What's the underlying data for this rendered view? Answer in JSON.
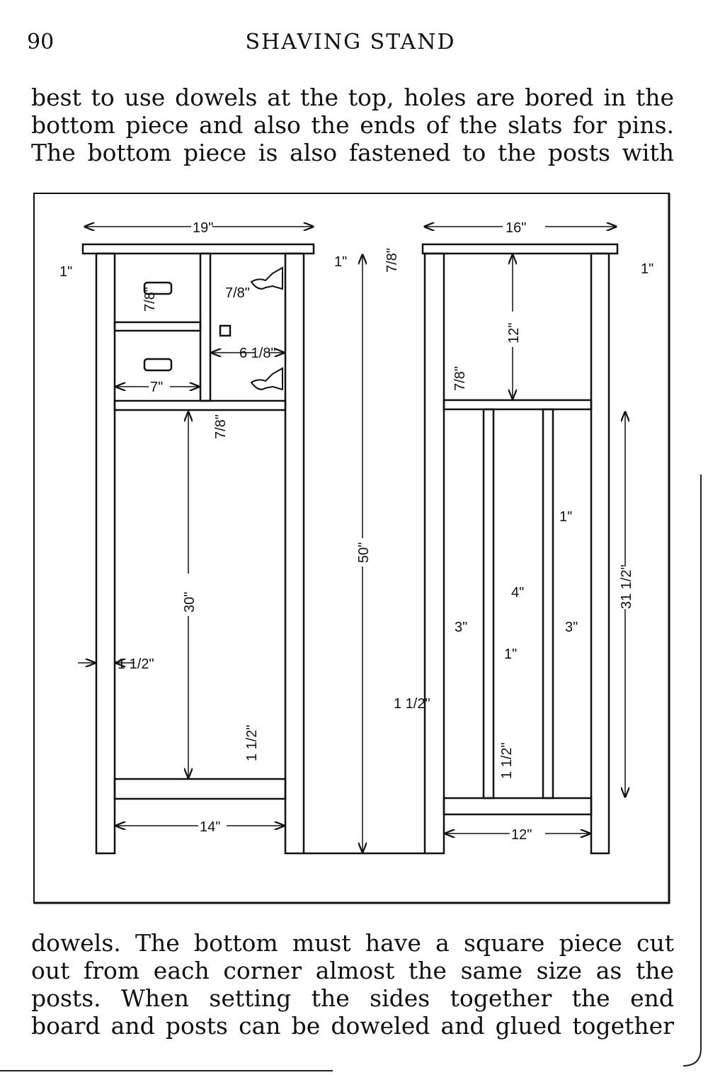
{
  "header": {
    "page_number": "90",
    "running_title": "SHAVING STAND"
  },
  "top_paragraph": [
    "best to use dowels at the top, holes are bored in the",
    "bottom piece and also the ends of the slats for pins.",
    "The bottom piece is also fastened to the posts with"
  ],
  "figure": {
    "dimensions": {
      "width_front": "19\"",
      "width_side": "16\"",
      "overhang_left": "1\"",
      "overhang_mid": "1\"",
      "overhang_right": "1\"",
      "top_thickness": "7/8\"",
      "drawer_shelf": "7/8\"",
      "divider": "7/8\"",
      "compartment_width": "6 1/8\"",
      "drawer_width": "7\"",
      "shelf_thickness": "7/8\"",
      "height_total": "50\"",
      "height_lower": "30\"",
      "post_width": "1 1/2\"",
      "bottom_rail": "1 1/2\"",
      "bottom_width": "14\"",
      "side_upper": "12\"",
      "side_shelf": "7/8\"",
      "slat_height": "31 1/2\"",
      "slat_width": "1\"",
      "slat_gap": "4\"",
      "slat_left_gap": "3\"",
      "slat_right_gap": "3\"",
      "slat_width_2": "1\"",
      "side_post": "1 1/2\"",
      "side_rail": "1 1/2\"",
      "side_bottom_width": "12\""
    }
  },
  "bottom_paragraph": [
    "dowels. The bottom must have a square piece cut",
    "out from each corner almost the same size as the",
    "posts. When setting the sides together the end",
    "board and posts can be doweled and glued together"
  ]
}
